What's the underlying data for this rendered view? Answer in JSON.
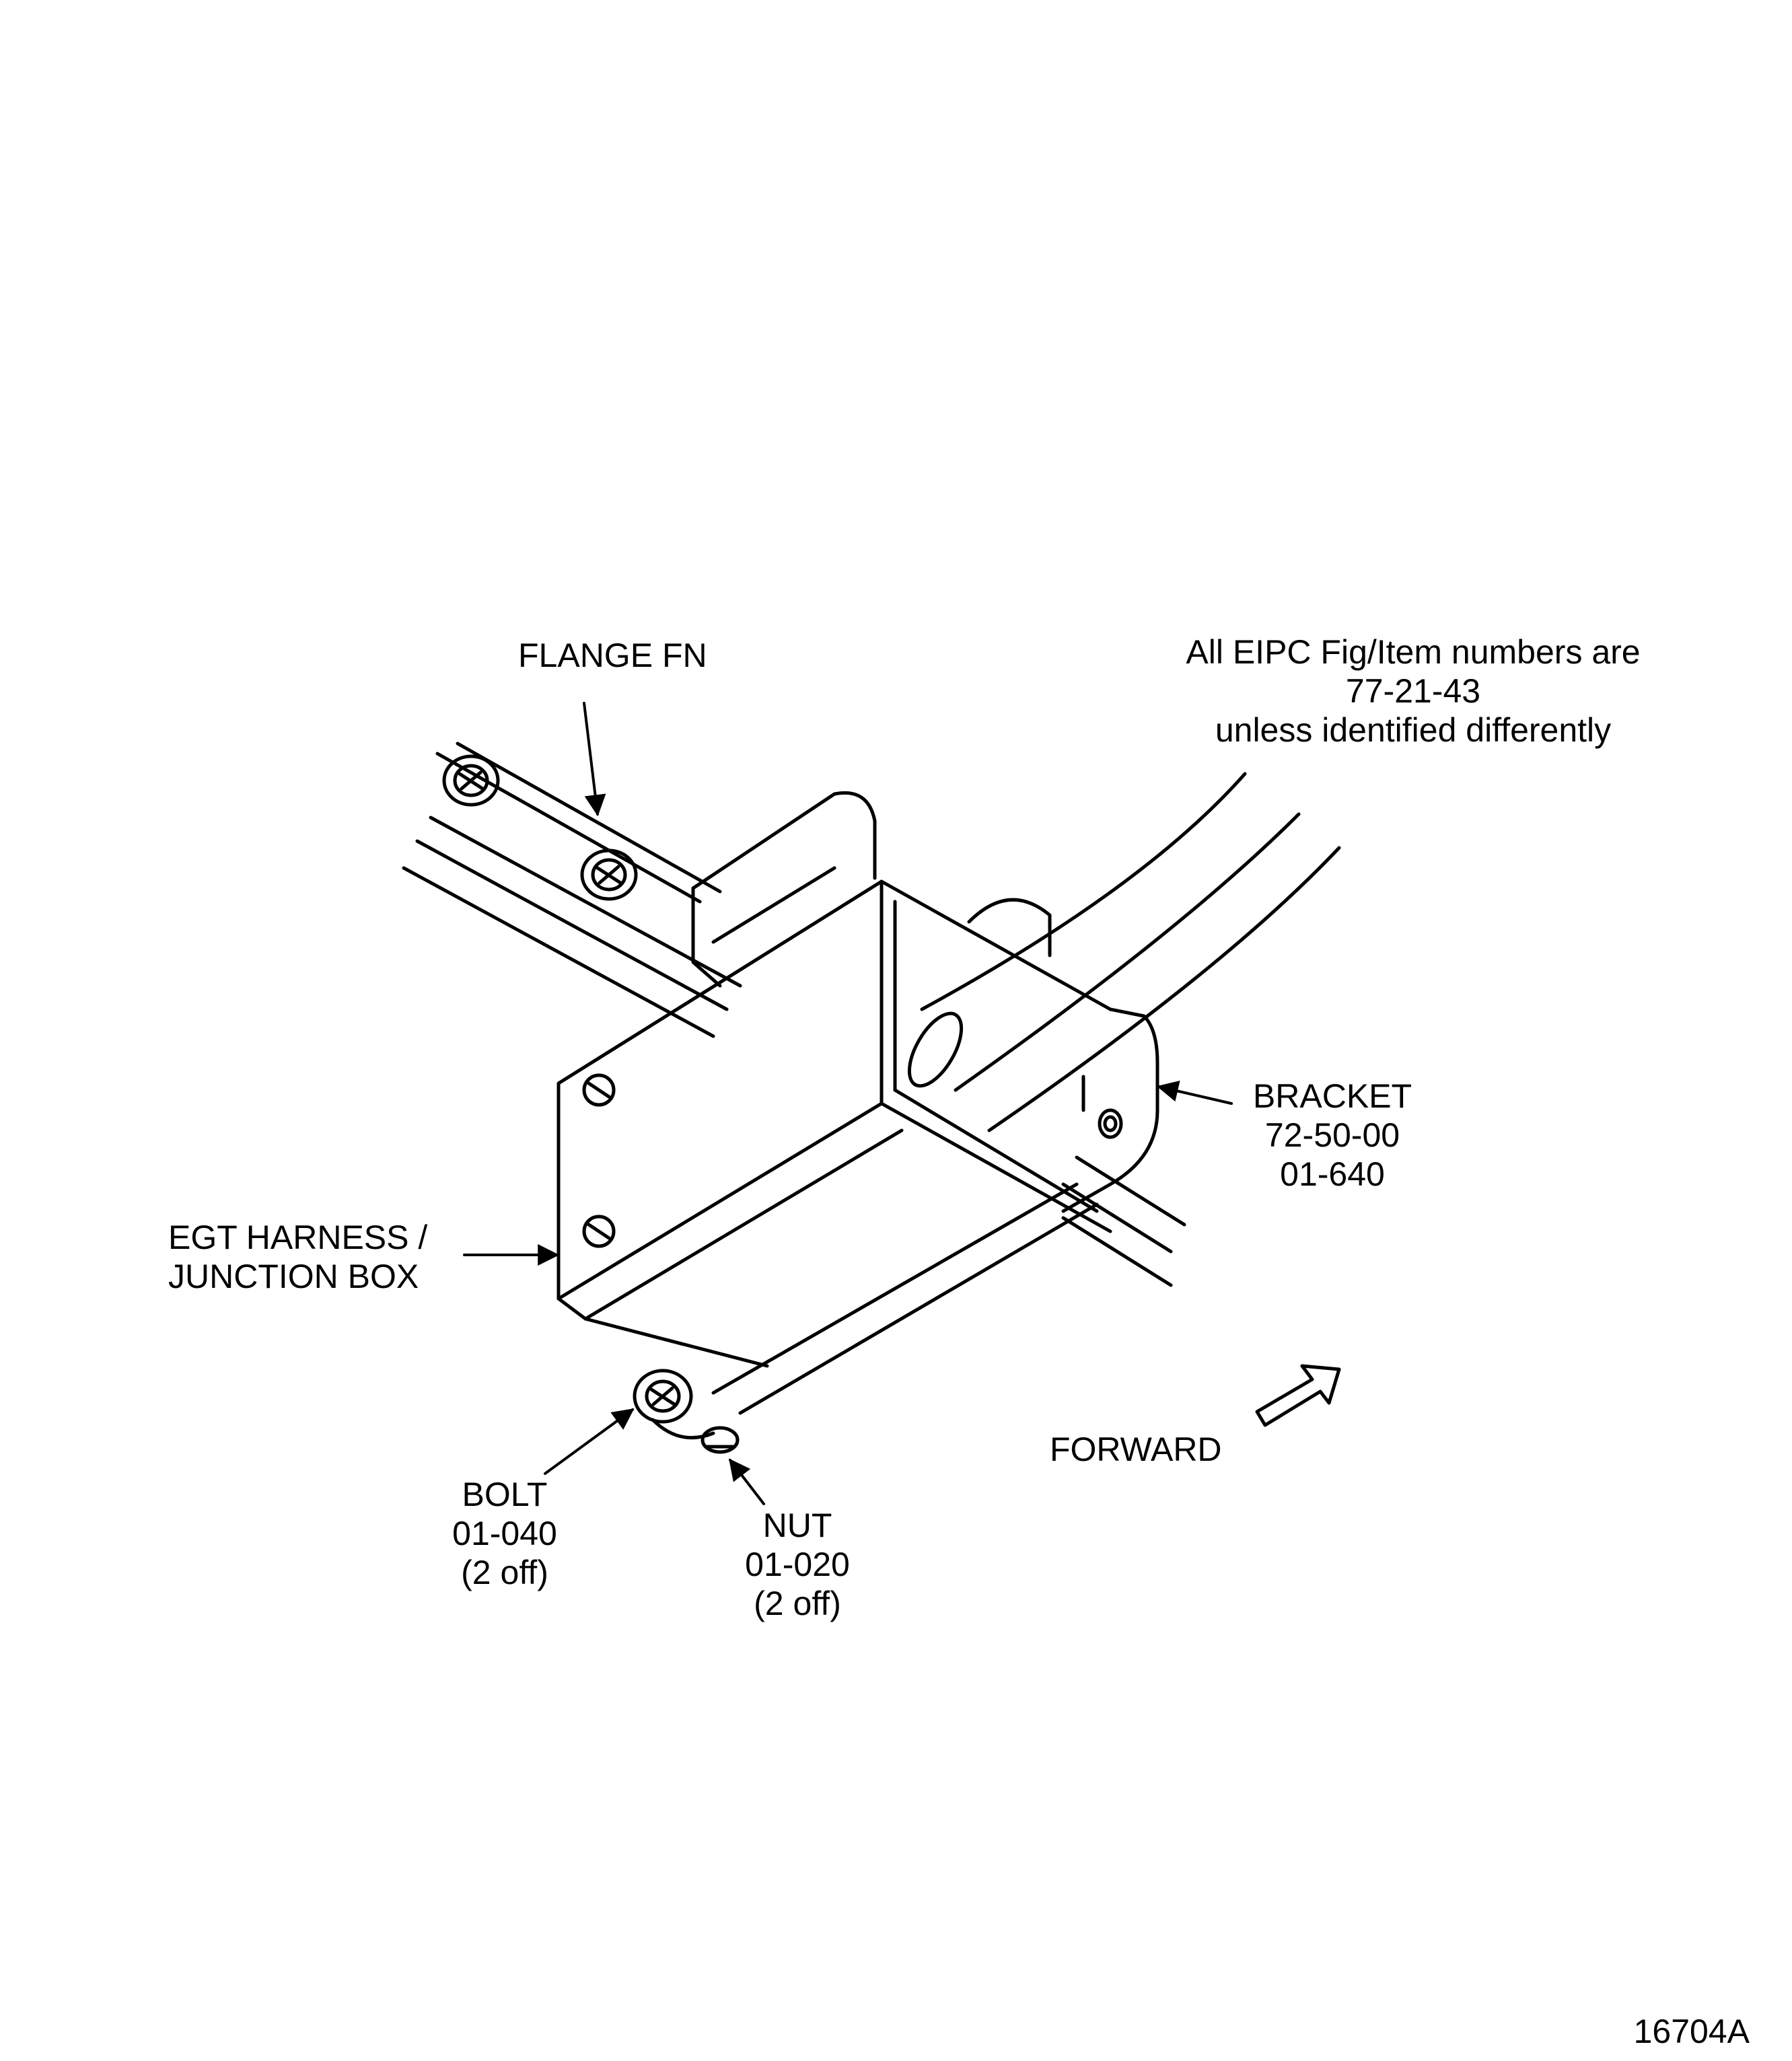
{
  "note": {
    "line1": "All EIPC Fig/Item numbers are",
    "line2": "77-21-43",
    "line3": "unless identified differently"
  },
  "labels": {
    "flange": "FLANGE FN",
    "junction_box": {
      "line1": "EGT HARNESS /",
      "line2": "JUNCTION BOX"
    },
    "bracket": {
      "line1": "BRACKET",
      "line2": "72-50-00",
      "line3": "01-640"
    },
    "bolt": {
      "line1": "BOLT",
      "line2": "01-040",
      "line3": "(2 off)"
    },
    "nut": {
      "line1": "NUT",
      "line2": "01-020",
      "line3": "(2 off)"
    },
    "forward": "FORWARD"
  },
  "figure_id": "16704A"
}
